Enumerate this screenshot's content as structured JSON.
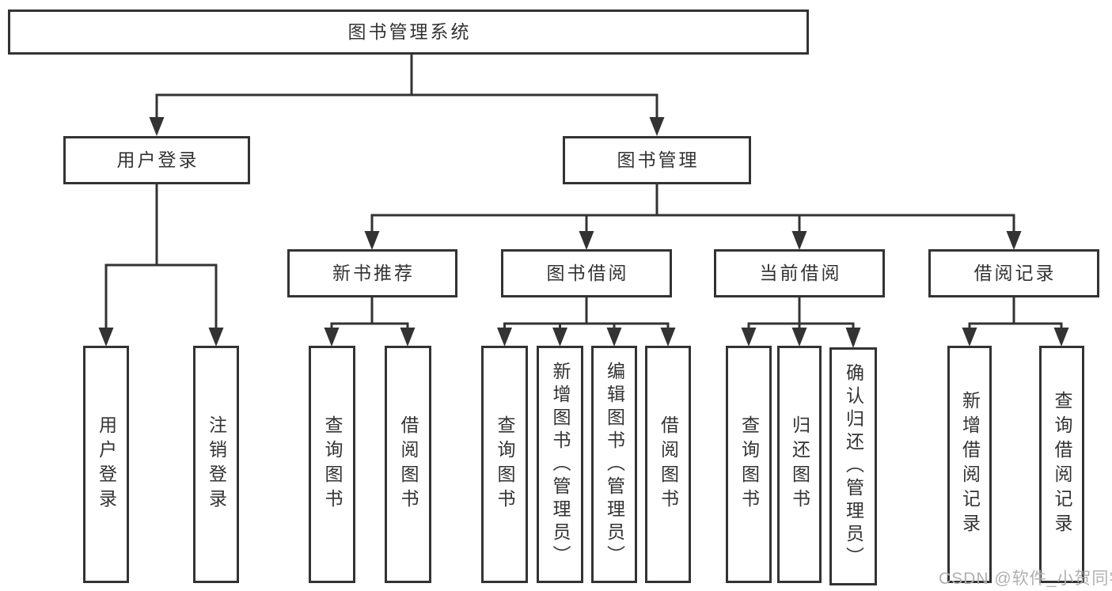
{
  "diagram_type": "function-structure-tree",
  "colors": {
    "line": "#333333",
    "text": "#333333",
    "background": "#ffffff",
    "watermark": "#b0b0b0"
  },
  "tree": {
    "label": "图书管理系统",
    "children": [
      {
        "label": "用户登录",
        "children": [
          {
            "label": "用户登录"
          },
          {
            "label": "注销登录"
          }
        ]
      },
      {
        "label": "图书管理",
        "children": [
          {
            "label": "新书推荐",
            "children": [
              {
                "label": "查询图书"
              },
              {
                "label": "借阅图书"
              }
            ]
          },
          {
            "label": "图书借阅",
            "children": [
              {
                "label": "查询图书"
              },
              {
                "label": "新增图书（管理员）"
              },
              {
                "label": "编辑图书（管理员）"
              },
              {
                "label": "借阅图书"
              }
            ]
          },
          {
            "label": "当前借阅",
            "children": [
              {
                "label": "查询图书"
              },
              {
                "label": "归还图书"
              },
              {
                "label": "确认归还（管理员）"
              }
            ]
          },
          {
            "label": "借阅记录",
            "children": [
              {
                "label": "新增借阅记录"
              },
              {
                "label": "查询借阅记录"
              }
            ]
          }
        ]
      }
    ]
  },
  "watermark": "CSDN @软件_小贺同学"
}
